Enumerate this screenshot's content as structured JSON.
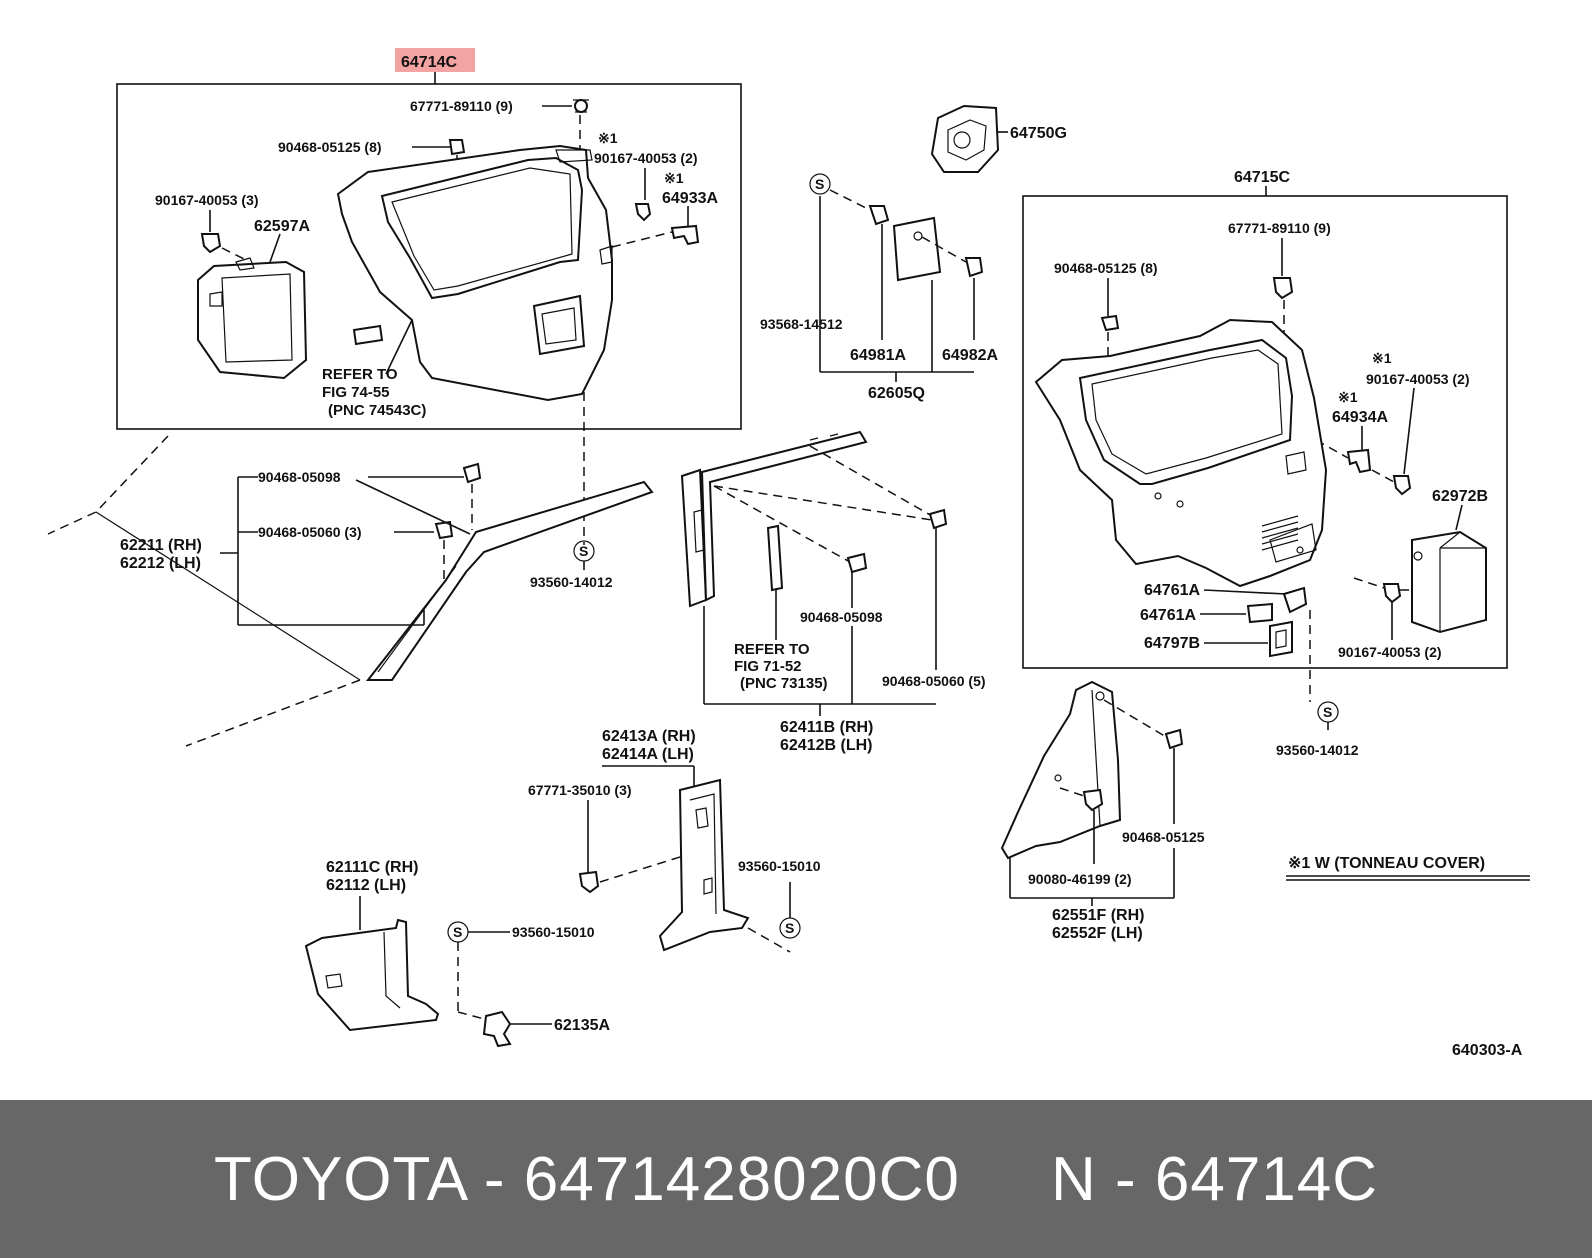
{
  "highlight": {
    "code": "64714C",
    "color": "#f4a3a3"
  },
  "labels": {
    "l67771_89110_a": "67771-89110 (9)",
    "l90468_05125_a": "90468-05125 (8)",
    "star1_a": "※1",
    "l90167_40053_2a": "90167-40053 (2)",
    "star1_b": "※1",
    "l64933A": "64933A",
    "l90167_40053_3": "90167-40053 (3)",
    "l62597A": "62597A",
    "refer1_a": "REFER TO",
    "refer1_b": "FIG 74-55",
    "refer1_c": "(PNC 74543C)",
    "l64750G": "64750G",
    "l93568_14512": "93568-14512",
    "l64981A": "64981A",
    "l64982A": "64982A",
    "l62605Q": "62605Q",
    "l64715C": "64715C",
    "l67771_89110_b": "67771-89110 (9)",
    "l90468_05125_b": "90468-05125 (8)",
    "star1_c": "※1",
    "l90167_40053_2b": "90167-40053 (2)",
    "star1_d": "※1",
    "l64934A": "64934A",
    "l62972B": "62972B",
    "l64761A_a": "64761A",
    "l64761A_b": "64761A",
    "l64797B": "64797B",
    "l90167_40053_2c": "90167-40053 (2)",
    "l93560_14012_b": "93560-14012",
    "l90468_05098_a": "90468-05098",
    "l90468_05060_3": "90468-05060 (3)",
    "l62211": "62211 (RH)",
    "l62212": "62212 (LH)",
    "l93560_14012_a": "93560-14012",
    "l90468_05098_b": "90468-05098",
    "refer2_a": "REFER TO",
    "refer2_b": "FIG 71-52",
    "refer2_c": "(PNC 73135)",
    "l90468_05060_5": "90468-05060 (5)",
    "l62411B": "62411B (RH)",
    "l62412B": "62412B (LH)",
    "l62413A": "62413A (RH)",
    "l62414A": "62414A (LH)",
    "l67771_35010": "67771-35010 (3)",
    "l93560_15010_a": "93560-15010",
    "l62111C": "62111C (RH)",
    "l62112": "62112   (LH)",
    "l93560_15010_b": "93560-15010",
    "l62135A": "62135A",
    "l90468_05125_c": "90468-05125",
    "l90080_46199": "90080-46199 (2)",
    "l62551F": "62551F (RH)",
    "l62552F": "62552F (LH)",
    "note": "※1 W (TONNEAU  COVER)",
    "fig": "640303-A",
    "s_mark": "S"
  },
  "footer": {
    "text": "TOYOTA - 6471428020C0     N - 64714C"
  }
}
